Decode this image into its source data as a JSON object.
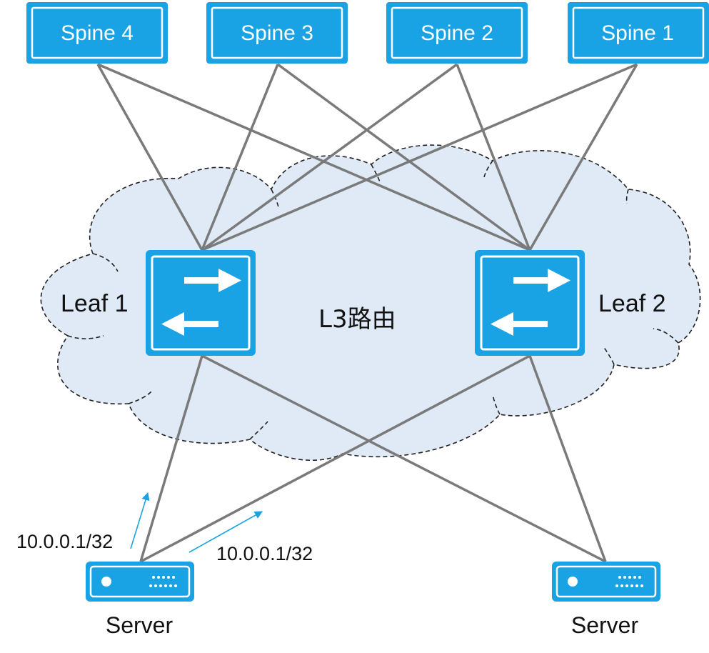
{
  "spines": [
    {
      "label": "Spine 4"
    },
    {
      "label": "Spine 3"
    },
    {
      "label": "Spine 2"
    },
    {
      "label": "Spine 1"
    }
  ],
  "leaves": [
    {
      "label": "Leaf 1"
    },
    {
      "label": "Leaf 2"
    }
  ],
  "fabric": {
    "label": "L3路由"
  },
  "servers": [
    {
      "label": "Server"
    },
    {
      "label": "Server"
    }
  ],
  "routes": [
    {
      "label": "10.0.0.1/32"
    },
    {
      "label": "10.0.0.1/32"
    }
  ],
  "colors": {
    "device_fill": "#1aa3e4",
    "device_border": "#1aa3e4",
    "cloud_fill": "#dfeaf6",
    "link": "#7a7a7a",
    "route_arrow": "#1aa3e4"
  },
  "icons": {
    "leaf_switch": "bidirectional-arrows-icon",
    "server": "server-icon"
  }
}
